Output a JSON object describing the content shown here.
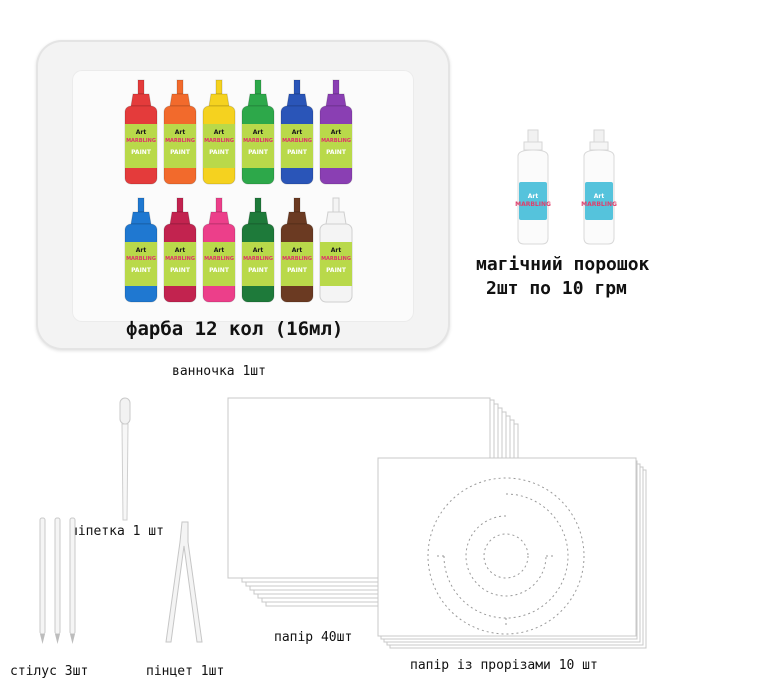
{
  "paint": {
    "label": "фарба 12 кол (16мл)",
    "brand_line1": "Art",
    "brand_line2": "MARBLING",
    "brand_line3": "PAINT",
    "colors_row1": [
      "#e43b3b",
      "#f26a2c",
      "#f5d21f",
      "#2da84a",
      "#2a55b8",
      "#8a3fb3"
    ],
    "colors_row2": [
      "#1f78d1",
      "#c2234f",
      "#ec3f8a",
      "#1e7a3a",
      "#6b3a22",
      "#f4f4f4"
    ]
  },
  "tray": {
    "label": "ванночка 1шт"
  },
  "powder": {
    "line1": "магічний порошок",
    "line2": "2шт по 10 грм"
  },
  "pipette": {
    "label": "піпетка 1 шт"
  },
  "stylus": {
    "label": "стілус 3шт"
  },
  "tweezers": {
    "label": "пінцет 1шт"
  },
  "paper": {
    "label": "папір 40шт"
  },
  "cut_paper": {
    "label": "папір із прорізами 10 шт"
  }
}
